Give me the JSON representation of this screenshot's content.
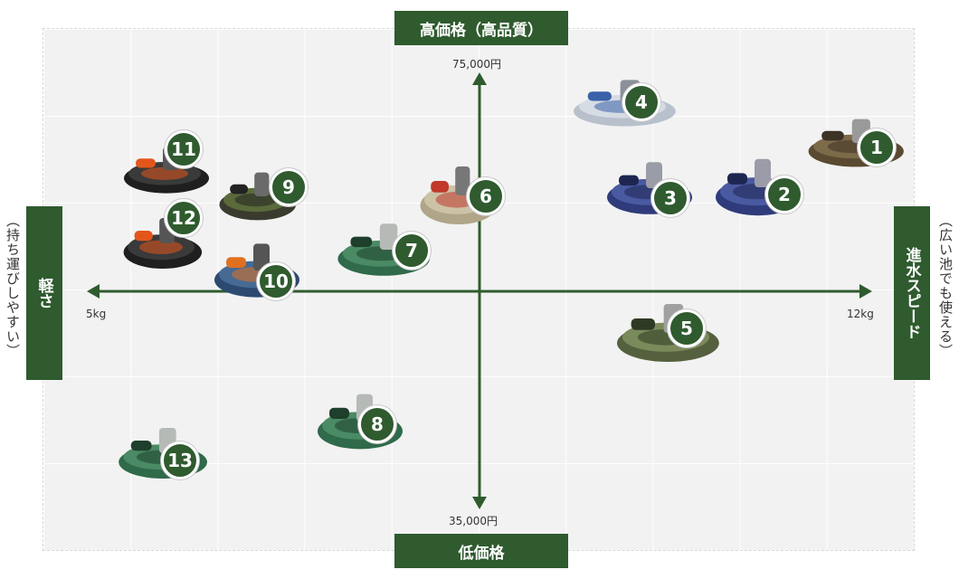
{
  "axes": {
    "top_label": "高価格（高品質）",
    "bottom_label": "低価格",
    "left_label": "軽さ",
    "right_label": "進水スピード",
    "left_note": "（持ち運びしやすい）",
    "right_note": "（広い池でも使える）",
    "top_value": "75,000円",
    "bottom_value": "35,000円",
    "left_value": "5kg",
    "right_value": "12kg",
    "line_color": "#2f5b2f"
  },
  "items": [
    {
      "label": "1",
      "color": "camo-brown"
    },
    {
      "label": "2",
      "color": "navy"
    },
    {
      "label": "3",
      "color": "navy"
    },
    {
      "label": "4",
      "color": "light-grey"
    },
    {
      "label": "5",
      "color": "camo-green"
    },
    {
      "label": "6",
      "color": "beige"
    },
    {
      "label": "7",
      "color": "green"
    },
    {
      "label": "8",
      "color": "green"
    },
    {
      "label": "9",
      "color": "camo-black"
    },
    {
      "label": "10",
      "color": "blue"
    },
    {
      "label": "11",
      "color": "black-orange"
    },
    {
      "label": "12",
      "color": "black-orange"
    },
    {
      "label": "13",
      "color": "green"
    }
  ]
}
